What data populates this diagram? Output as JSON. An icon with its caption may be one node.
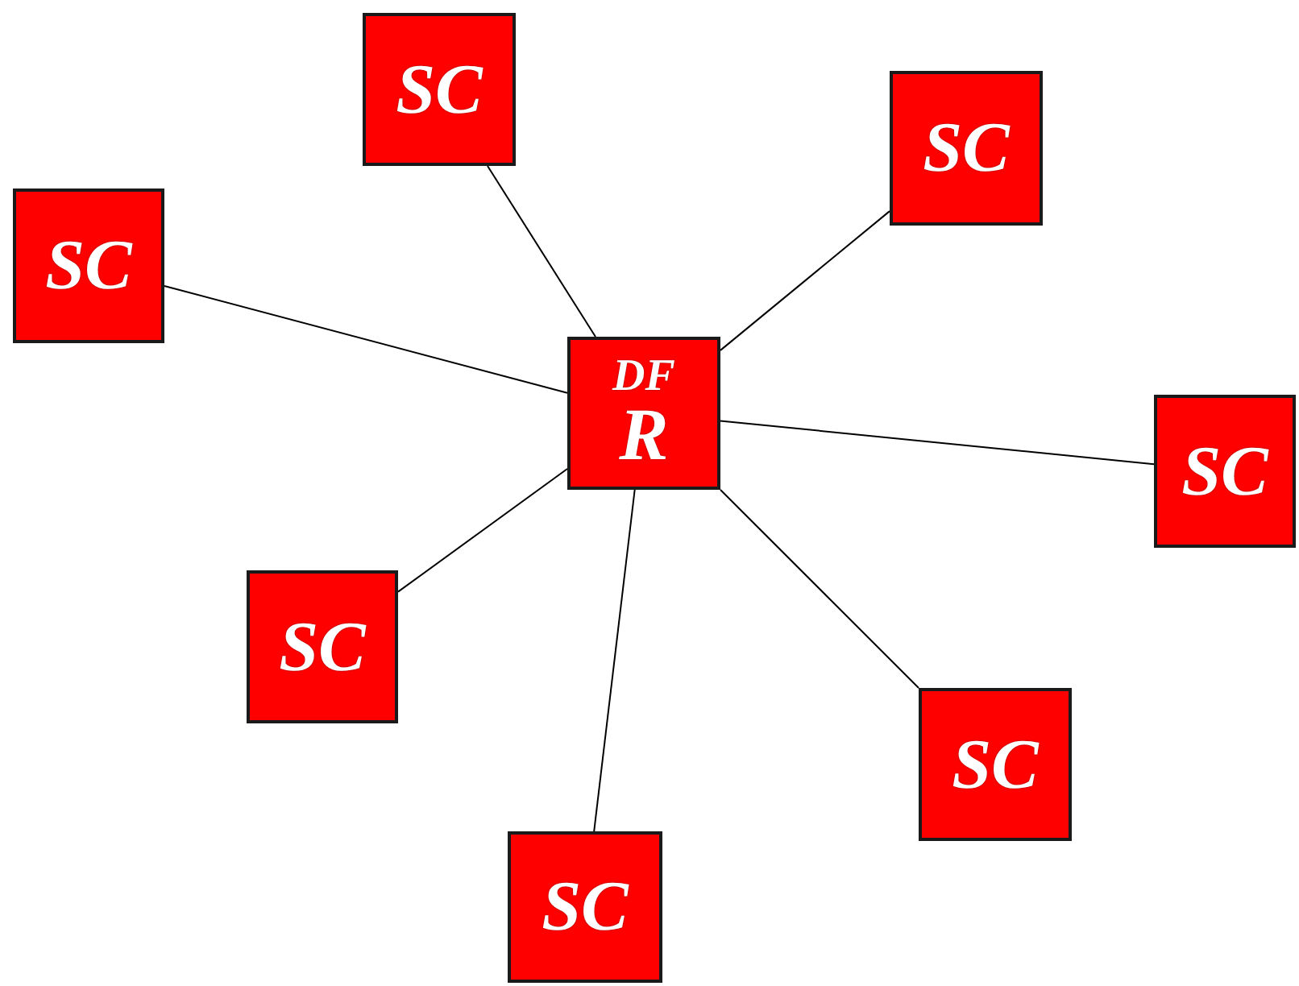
{
  "diagram": {
    "nodes": [
      {
        "text": [
          "SC"
        ]
      },
      {
        "text": [
          "SC"
        ]
      },
      {
        "text": [
          "SC"
        ]
      },
      {
        "text": [
          "DF",
          "R"
        ]
      },
      {
        "text": [
          "SC"
        ]
      },
      {
        "text": [
          "SC"
        ]
      },
      {
        "text": [
          "SC"
        ]
      },
      {
        "text": [
          "SC"
        ]
      }
    ],
    "edges": [
      {
        "from": 3,
        "to": 0,
        "arrow": "none"
      },
      {
        "from": 3,
        "to": 1,
        "arrow": "none"
      },
      {
        "from": 3,
        "to": 2,
        "arrow": "none"
      },
      {
        "from": 3,
        "to": 4,
        "arrow": "none"
      },
      {
        "from": 3,
        "to": 5,
        "arrow": "none"
      },
      {
        "from": 3,
        "to": 6,
        "arrow": "none"
      },
      {
        "from": 3,
        "to": 7,
        "arrow": "none"
      }
    ]
  }
}
